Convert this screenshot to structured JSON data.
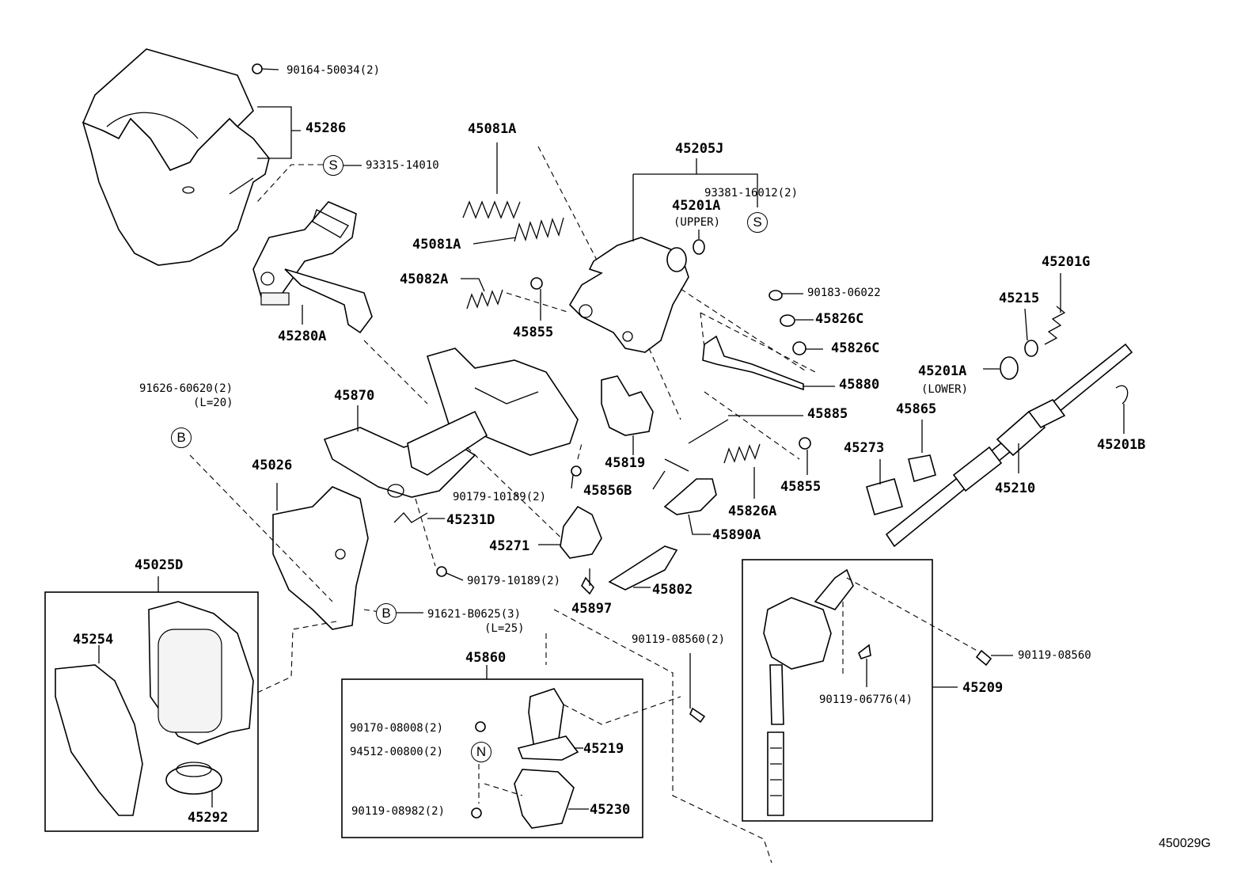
{
  "diagram_code": "450029G",
  "labels": {
    "p90164": "90164-50034(2)",
    "p45286": "45286",
    "p93315": "93315-14010",
    "p45081a_top": "45081A",
    "p45081a_mid": "45081A",
    "p45082a": "45082A",
    "p45855_a": "45855",
    "p45205j": "45205J",
    "p93381": "93381-16012(2)",
    "p45201a_upper": "45201A",
    "upper_note": "(UPPER)",
    "p90183": "90183-06022",
    "p45826c_a": "45826C",
    "p45826c_b": "45826C",
    "p45201g": "45201G",
    "p45215": "45215",
    "p45201a_lower": "45201A",
    "lower_note": "(LOWER)",
    "p45280a": "45280A",
    "p91626": "91626-60620(2)",
    "p91626_len": "(L=20)",
    "p45870": "45870",
    "p45880": "45880",
    "p45885": "45885",
    "p45865": "45865",
    "p45273": "45273",
    "p45201b": "45201B",
    "p45210": "45210",
    "p45819": "45819",
    "p45856b": "45856B",
    "p45855_b": "45855",
    "p45826a": "45826A",
    "p45890a": "45890A",
    "p45026": "45026",
    "p90179_a": "90179-10189(2)",
    "p45231d": "45231D",
    "p45271": "45271",
    "p45802": "45802",
    "p45897": "45897",
    "p90179_b": "90179-10189(2)",
    "p45025d": "45025D",
    "p45254": "45254",
    "p45292": "45292",
    "p91621": "91621-B0625(3)",
    "p91621_len": "(L=25)",
    "p90119_08560_2": "90119-08560(2)",
    "p90119_08560": "90119-08560",
    "p90119_06776": "90119-06776(4)",
    "p45209": "45209",
    "p45860": "45860",
    "p90170": "90170-08008(2)",
    "p94512": "94512-00800(2)",
    "p45219": "45219",
    "p90119_08982": "90119-08982(2)",
    "p45230": "45230"
  },
  "symbols": {
    "s_top": "S",
    "s_right": "S",
    "b_left": "B",
    "b_mid": "B",
    "n_box": "N"
  }
}
